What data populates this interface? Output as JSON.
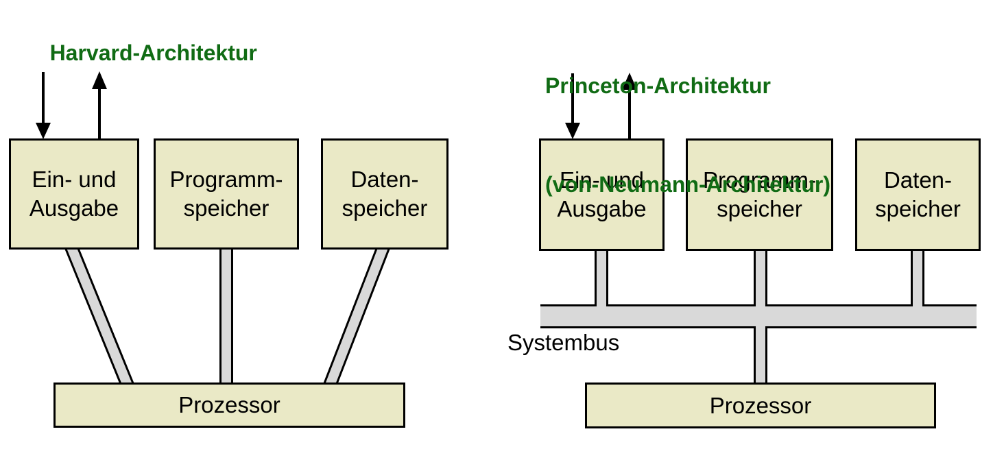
{
  "colors": {
    "title_green": "#106b14",
    "box_fill": "#eae9c6",
    "connector_gray": "#d9d9d9",
    "outline_black": "#000000"
  },
  "harvard": {
    "title": "Harvard-Architektur",
    "boxes": [
      {
        "line1": "Ein- und",
        "line2": "Ausgabe"
      },
      {
        "line1": "Programm-",
        "line2": "speicher"
      },
      {
        "line1": "Daten-",
        "line2": "speicher"
      }
    ],
    "processor": "Prozessor"
  },
  "princeton": {
    "title_line1": "Princeton-Architektur",
    "title_line2": "(von-Neumann-Architektur)",
    "boxes": [
      {
        "line1": "Ein- und",
        "line2": "Ausgabe"
      },
      {
        "line1": "Programm-",
        "line2": "speicher"
      },
      {
        "line1": "Daten-",
        "line2": "speicher"
      }
    ],
    "bus_label": "Systembus",
    "processor": "Prozessor"
  }
}
